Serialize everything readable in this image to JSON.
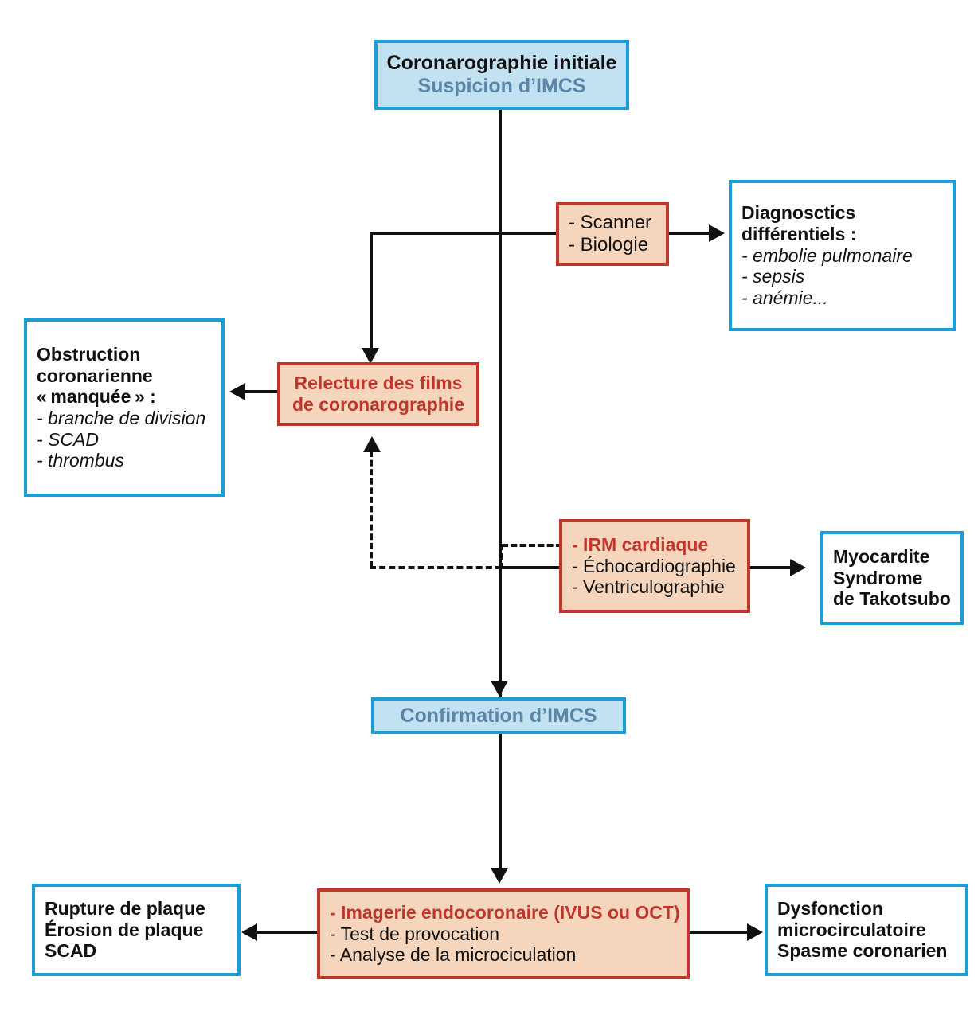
{
  "diagram": {
    "title_node": {
      "line1": "Coronarographie initiale",
      "line2": "Suspicion d’IMCS"
    },
    "scanner_node": {
      "line1": "- Scanner",
      "line2": "- Biologie"
    },
    "differential_node": {
      "line1": "Diagnosctics",
      "line2": "différentiels :",
      "line3": "- embolie pulmonaire",
      "line4": "- sepsis",
      "line5": "- anémie..."
    },
    "obstruction_node": {
      "line1": "Obstruction",
      "line2": "coronarienne",
      "line3": "« manquée » :",
      "line4": "- branche de division",
      "line5": "- SCAD",
      "line6": "- thrombus"
    },
    "relecture_node": {
      "line1": "Relecture des films",
      "line2": "de coronarographie"
    },
    "imaging_node": {
      "line1": "- IRM cardiaque",
      "line2": "- Échocardiographie",
      "line3": "- Ventriculographie"
    },
    "myocarditis_node": {
      "line1": "Myocardite",
      "line2": "Syndrome",
      "line3": "de Takotsubo"
    },
    "confirmation_node": {
      "line1": "Confirmation d’IMCS"
    },
    "endocoronary_node": {
      "line1": "- Imagerie endocoronaire (IVUS ou OCT)",
      "line2": "- Test de provocation",
      "line3": "- Analyse de la microciculation"
    },
    "plaque_node": {
      "line1": "Rupture de plaque",
      "line2": "Érosion de plaque",
      "line3": "SCAD"
    },
    "dysfunction_node": {
      "line1": "Dysfonction",
      "line2": "microcirculatoire",
      "line3": "Spasme coronarien"
    },
    "colors": {
      "blue_border": "#1b9ed8",
      "blue_fill": "#c2e2f2",
      "blue_text": "#5b86a8",
      "red_border": "#c0362c",
      "red_fill": "#f5d6bd",
      "red_text": "#c0362c",
      "connector": "#111111"
    }
  }
}
